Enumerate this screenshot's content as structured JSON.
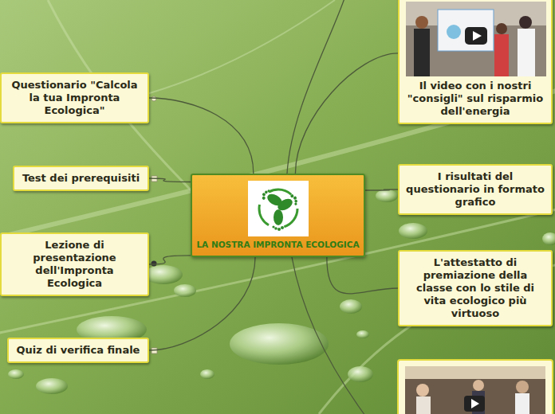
{
  "diagram": {
    "nodes": [
      {
        "text": [
          "LA NOSTRA IMPRONTA ECOLOGICA"
        ]
      },
      {
        "text": [
          "Questionario \"Calcola la tua Impronta Ecologica\""
        ]
      },
      {
        "text": [
          "Test dei prerequisiti"
        ]
      },
      {
        "text": [
          "Lezione di presentazione dell'Impronta Ecologica"
        ]
      },
      {
        "text": [
          "Quiz di verifica finale"
        ]
      },
      {
        "text": [
          "Il video con i nostri \"consigli\" sul risparmio dell'energia"
        ]
      },
      {
        "text": [
          "I risultati del questionario in formato grafico"
        ]
      },
      {
        "text": [
          "L'attestatto di premiazione della classe con lo stile di vita ecologico più virtuoso"
        ]
      }
    ],
    "edges": [
      {
        "from": 0,
        "to": 1,
        "arrow": "none"
      },
      {
        "from": 0,
        "to": 2,
        "arrow": "none"
      },
      {
        "from": 0,
        "to": 3,
        "arrow": "none"
      },
      {
        "from": 0,
        "to": 4,
        "arrow": "none"
      },
      {
        "from": 0,
        "to": 5,
        "arrow": "none"
      },
      {
        "from": 0,
        "to": 6,
        "arrow": "none"
      },
      {
        "from": 0,
        "to": 7,
        "arrow": "none"
      }
    ]
  }
}
